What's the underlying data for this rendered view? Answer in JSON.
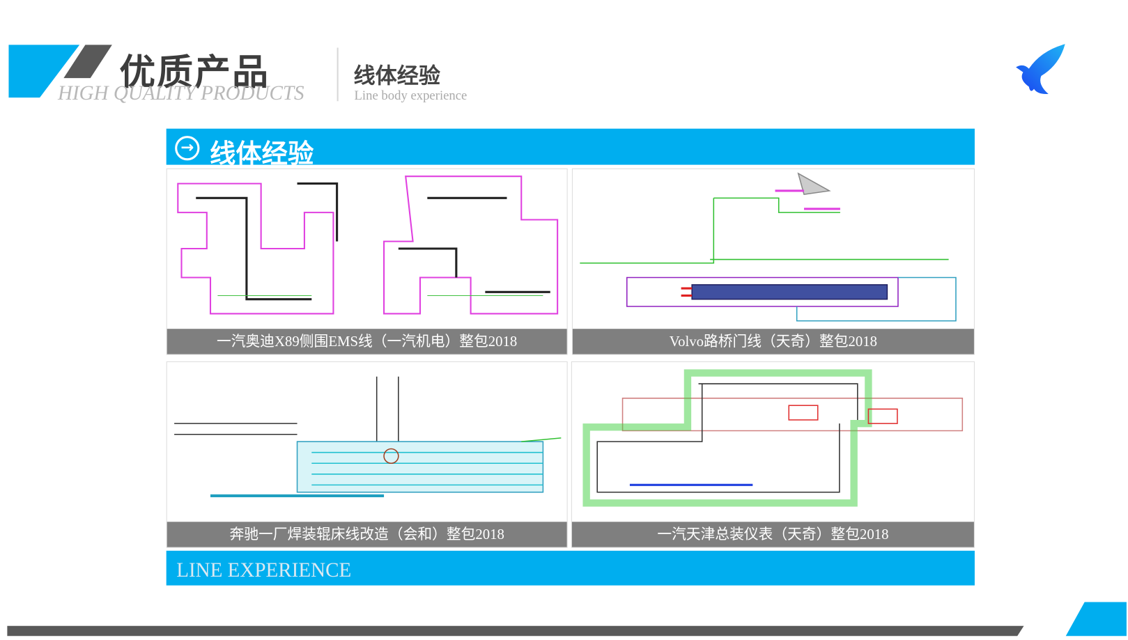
{
  "header": {
    "title": "优质产品",
    "title_en": "HIGH QUALITY PRODUCTS",
    "section": "线体经验",
    "section_en": "Line body experience"
  },
  "banner": {
    "icon": "arrow-circle-right-icon",
    "label": "线体经验"
  },
  "panels": [
    {
      "caption": "一汽奥迪X89侧围EMS线（一汽机电）整包2018"
    },
    {
      "caption": "Volvo路桥门线（天奇）整包2018"
    },
    {
      "caption": "奔驰一厂焊装辊床线改造（会和）整包2018"
    },
    {
      "caption": "一汽天津总装仪表（天奇）整包2018"
    }
  ],
  "footer": {
    "label": "LINE EXPERIENCE"
  },
  "colors": {
    "accent": "#00aeef",
    "dark": "#595959",
    "caption_bg": "#7f7f7f"
  }
}
